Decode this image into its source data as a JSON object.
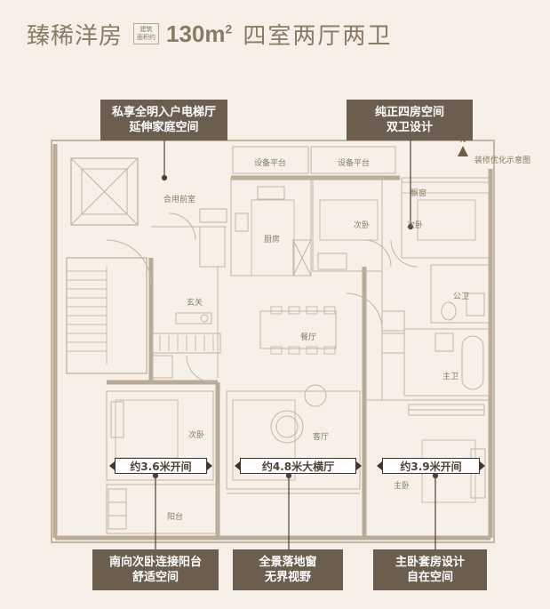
{
  "title": {
    "name": "臻稀洋房",
    "badge_line1": "建筑",
    "badge_line2": "面积约",
    "area": "130m",
    "area_sup": "2",
    "rooms": "四室两厅两卫"
  },
  "note": "装修优化示意图",
  "north": "N",
  "callouts": {
    "top_left": {
      "line1": "私享全明入户电梯厅",
      "line2": "延伸家庭空间"
    },
    "top_right": {
      "line1": "纯正四房空间",
      "line2": "双卫设计"
    },
    "bottom_left": {
      "line1": "南向次卧连接阳台",
      "line2": "舒适空间"
    },
    "bottom_mid": {
      "line1": "全景落地窗",
      "line2": "无界视野"
    },
    "bottom_right": {
      "line1": "主卧套房设计",
      "line2": "自在空间"
    }
  },
  "widths": {
    "left": "约3.6米开间",
    "mid": "约4.8米大横厅",
    "right": "约3.9米开间"
  },
  "rooms": {
    "platform1": "设备平台",
    "platform2": "设备平台",
    "front_room": "合用前室",
    "kitchen": "厨房",
    "bedroom_mid": "次卧",
    "bay_window": "飘窗",
    "bedroom_right": "次卧",
    "public_bath": "公卫",
    "entrance": "玄关",
    "dining": "餐厅",
    "master_bath": "主卫",
    "bedroom_left": "次卧",
    "living": "客厅",
    "master_bed": "主卧",
    "balcony": "阳台"
  },
  "colors": {
    "background": "#f6f0e8",
    "callout": "#6b5e4e",
    "wall": "#b8ab98"
  }
}
